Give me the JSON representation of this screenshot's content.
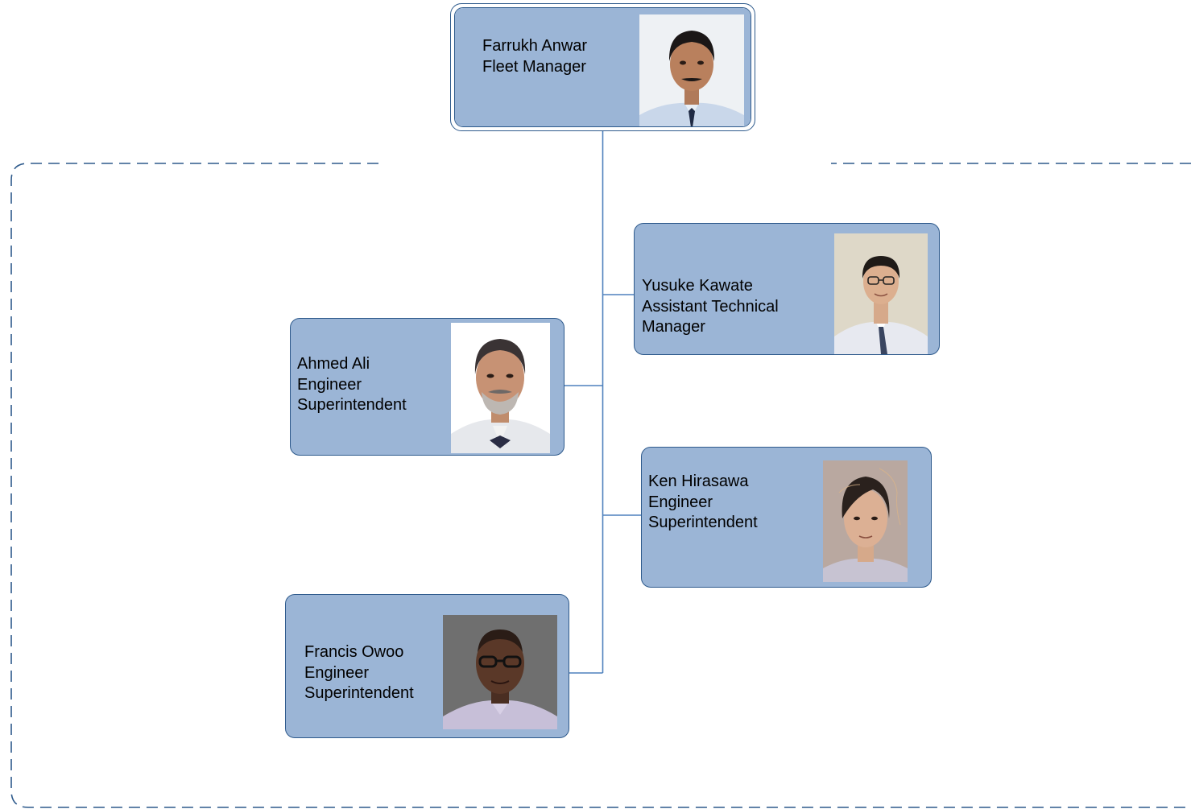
{
  "colors": {
    "card_fill": "#9bb5d6",
    "card_border": "#2e5a8c",
    "connector": "#4f81bd",
    "dashed_boundary": "#2e5a8c"
  },
  "manager": {
    "name": "Farrukh Anwar",
    "title": "Fleet Manager"
  },
  "staff": [
    {
      "name": "Yusuke Kawate",
      "title_lines": [
        "Assistant Technical",
        "Manager"
      ]
    },
    {
      "name": "Ahmed Ali",
      "title_lines": [
        "Engineer",
        "Superintendent"
      ]
    },
    {
      "name": "Ken Hirasawa",
      "title_lines": [
        "Engineer",
        "Superintendent"
      ]
    },
    {
      "name": "Francis Owoo",
      "title_lines": [
        "Engineer",
        "Superintendent"
      ]
    }
  ]
}
